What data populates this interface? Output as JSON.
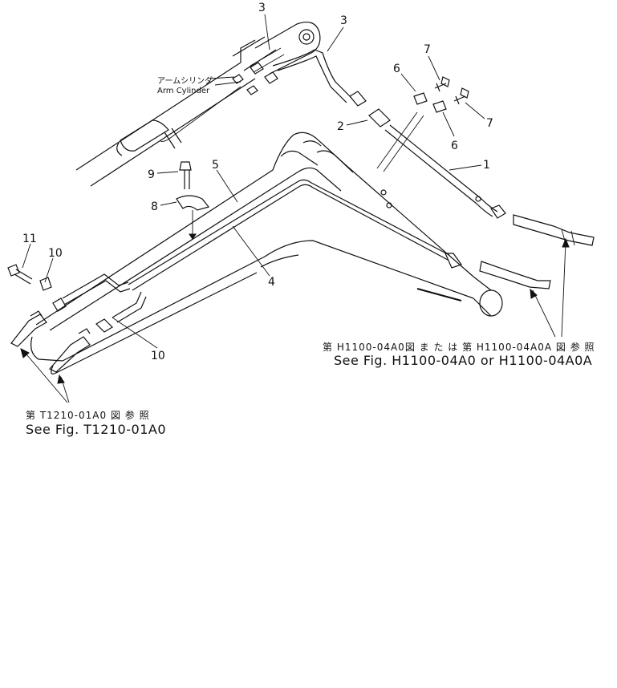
{
  "callouts": {
    "c1": "1",
    "c2": "2",
    "c3a": "3",
    "c3b": "3",
    "c4": "4",
    "c5": "5",
    "c6a": "6",
    "c6b": "6",
    "c7a": "7",
    "c7b": "7",
    "c8": "8",
    "c9": "9",
    "c10a": "10",
    "c10b": "10",
    "c11": "11"
  },
  "arm_cylinder": {
    "jp": "アームシリンダ",
    "en": "Arm  Cylinder"
  },
  "ref_right": {
    "jp": "第 H1100-04A0図 ま た は 第 H1100-04A0A 図 参 照",
    "en": "See Fig. H1100-04A0 or H1100-04A0A"
  },
  "ref_left": {
    "jp": "第 T1210-01A0 図 参 照",
    "en": "See Fig. T1210-01A0"
  }
}
